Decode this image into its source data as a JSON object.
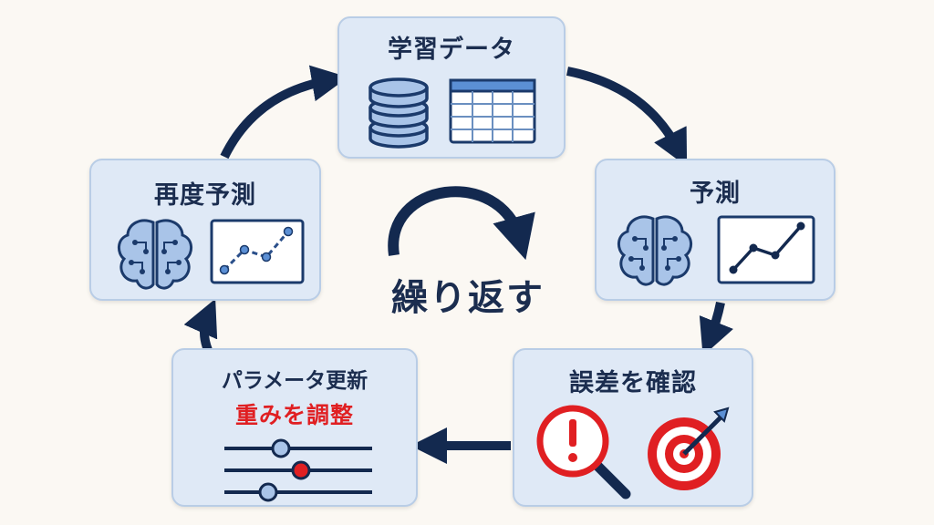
{
  "diagram": {
    "steps": [
      {
        "id": "training-data",
        "title": "学習データ"
      },
      {
        "id": "predict",
        "title": "予測"
      },
      {
        "id": "check-error",
        "title": "誤差を確認"
      },
      {
        "id": "update-params",
        "title": "パラメータ更新",
        "subtitle": "重みを調整"
      },
      {
        "id": "re-predict",
        "title": "再度予測"
      }
    ],
    "center_label": "繰り返す",
    "colors": {
      "background": "#fbf8f3",
      "card": "#dfe9f6",
      "card_border": "#b9cde6",
      "arrow": "#13294f",
      "accent_red": "#e01f22",
      "icon_fill": "#a9c4e8",
      "icon_stroke": "#1b3a6b"
    },
    "icons": [
      "database-icon",
      "table-icon",
      "brain-icon",
      "line-chart-icon",
      "magnifier-alert-icon",
      "target-arrow-icon",
      "sliders-icon"
    ]
  }
}
